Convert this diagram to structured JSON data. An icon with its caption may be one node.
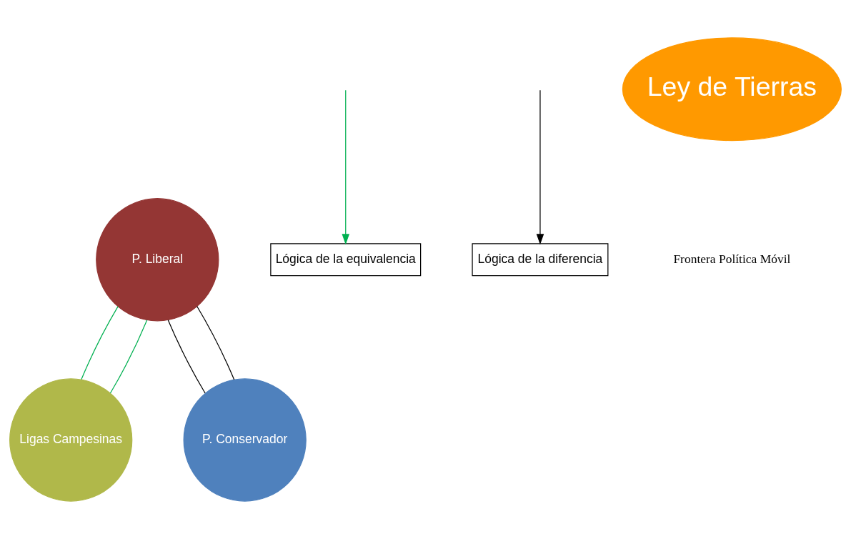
{
  "diagram": {
    "nodes": [
      {
        "text": [
          "P. Liberal"
        ]
      },
      {
        "text": [
          "Lógica de la equivalencia"
        ]
      },
      {
        "text": [
          "Lógica de la diferencia"
        ]
      },
      {
        "text": [
          "Ley de Tierras"
        ]
      },
      {
        "text": [
          "Ligas Campesinas"
        ]
      },
      {
        "text": [
          "P. Conservador"
        ]
      }
    ],
    "edges": [
      {
        "from": 0,
        "to": 4,
        "arrow": "none",
        "color": "#00b050"
      },
      {
        "from": 0,
        "to": 4,
        "arrow": "none",
        "color": "#00b050"
      },
      {
        "from": 0,
        "to": 5,
        "arrow": "none",
        "color": "#000000"
      },
      {
        "from": 0,
        "to": 5,
        "arrow": "none",
        "color": "#000000"
      },
      {
        "from": null,
        "to": 1,
        "arrow": "to",
        "color": "#00b050"
      },
      {
        "from": null,
        "to": 2,
        "arrow": "to",
        "color": "#000000"
      }
    ],
    "labels": [
      "Frontera Política Móvil"
    ]
  }
}
